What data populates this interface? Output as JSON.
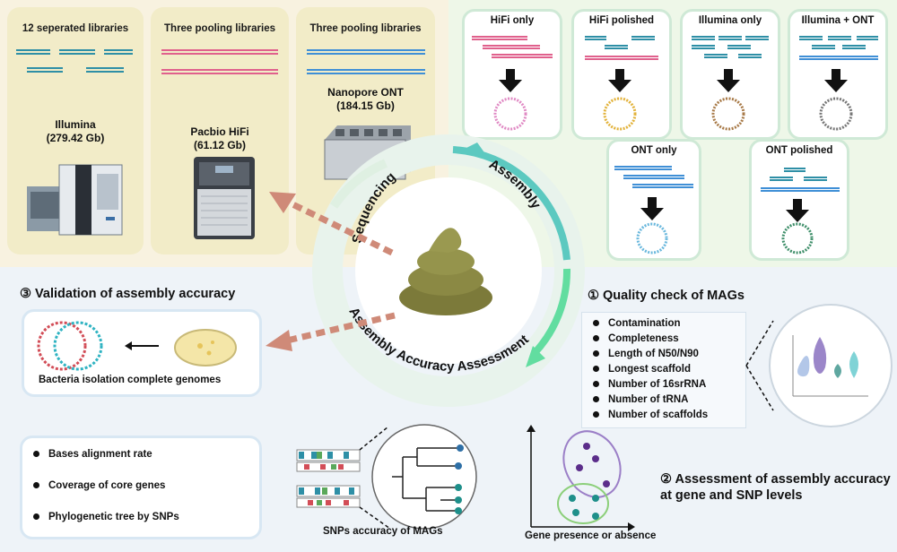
{
  "sequencing": {
    "illumina": {
      "title": "12 seperated libraries",
      "platform": "Illumina",
      "amount": "(279.42 Gb)"
    },
    "pacbio": {
      "title": "Three pooling libraries",
      "platform": "Pacbio HiFi",
      "amount": "(61.12 Gb)"
    },
    "ont": {
      "title": "Three pooling libraries",
      "platform": "Nanopore ONT",
      "amount": "(184.15 Gb)"
    }
  },
  "assembly": {
    "cards": [
      {
        "label": "HiFi only"
      },
      {
        "label": "HiFi polished"
      },
      {
        "label": "Illumina only"
      },
      {
        "label": "Illumina + ONT"
      },
      {
        "label": "ONT only"
      },
      {
        "label": "ONT polished"
      }
    ]
  },
  "cycle": {
    "sequencing": "Sequencing",
    "assembly": "Assembly",
    "assessment": "Assembly Accuracy Assessment"
  },
  "validation": {
    "heading": "③ Validation of assembly accuracy",
    "caption": "Bacteria isolation complete genomes"
  },
  "quality": {
    "heading": "① Quality check of MAGs",
    "items": [
      "Contamination",
      "Completeness",
      "Length of N50/N90",
      "Longest scaffold",
      "Number of 16srRNA",
      "Number of tRNA",
      "Number of scaffolds"
    ]
  },
  "metrics": {
    "items": [
      "Bases alignment rate",
      "Coverage of core genes",
      "Phylogenetic tree by SNPs"
    ]
  },
  "snp": {
    "caption": "SNPs accuracy of MAGs"
  },
  "gene": {
    "caption": "Gene presence or absence"
  },
  "assessment2": {
    "line1": "② Assessment of assembly accuracy",
    "line2": "at gene and SNP levels"
  },
  "colors": {
    "illumina": "#2e8fa6",
    "hifi": "#e0608c",
    "ont": "#3f8fd6",
    "arrow": "#cf8a78"
  }
}
